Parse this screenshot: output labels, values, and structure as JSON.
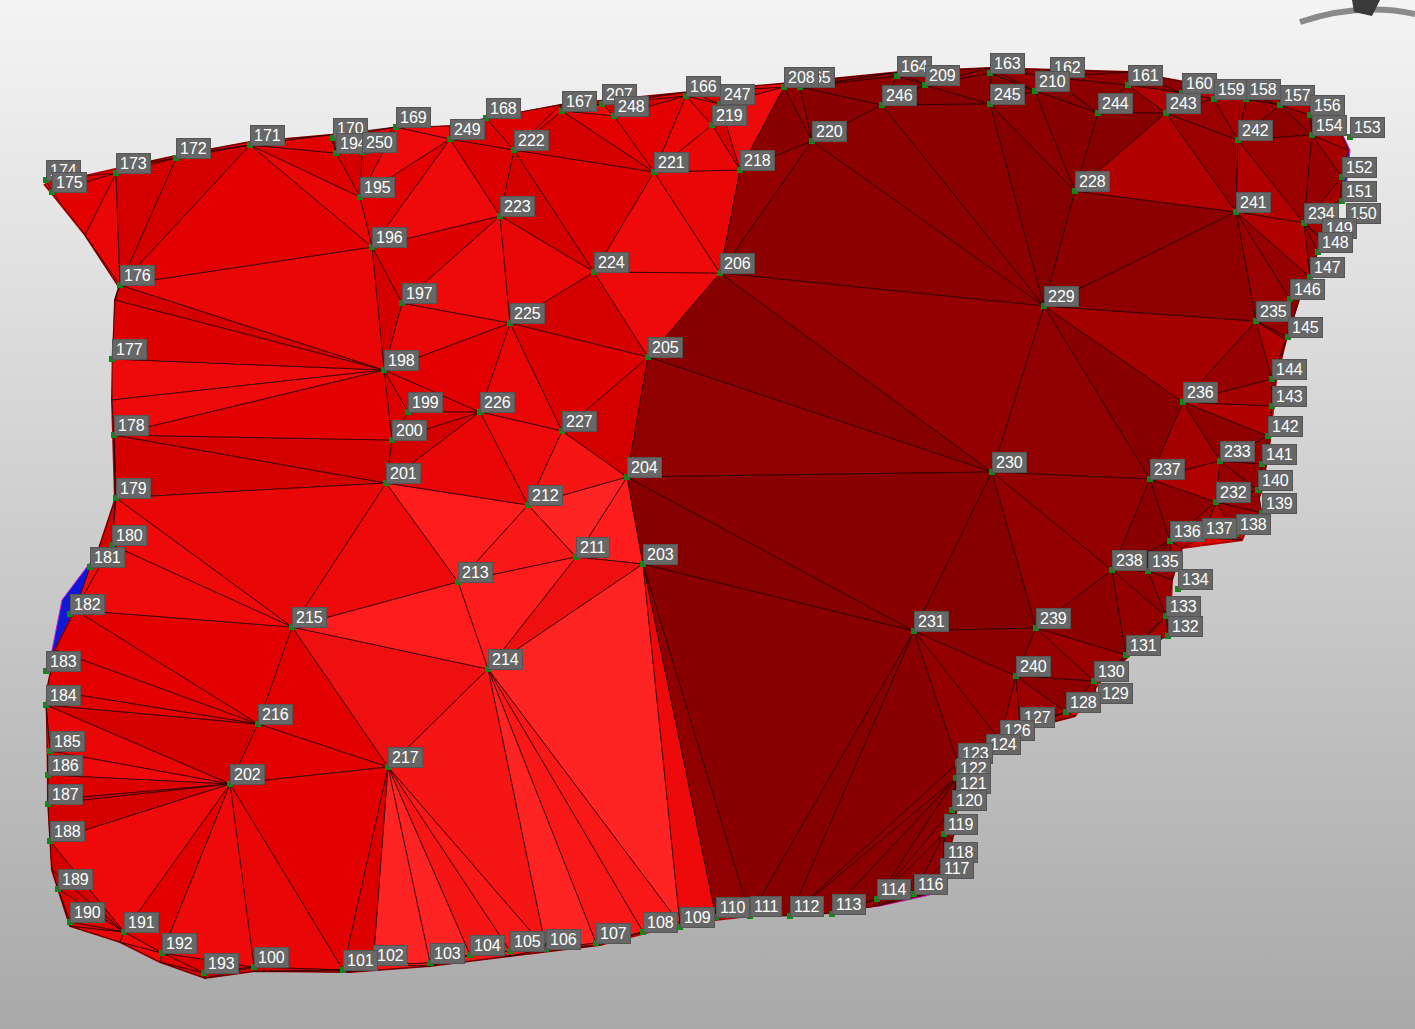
{
  "diagram": {
    "labels": [
      "174",
      "175",
      "173",
      "172",
      "171",
      "170",
      "194",
      "250",
      "169",
      "249",
      "168",
      "222",
      "167",
      "207",
      "248",
      "166",
      "247",
      "219",
      "165",
      "208",
      "220",
      "221",
      "218",
      "164",
      "209",
      "246",
      "163",
      "162",
      "210",
      "245",
      "161",
      "244",
      "160",
      "243",
      "159",
      "158",
      "157",
      "156",
      "154",
      "153",
      "242",
      "228",
      "241",
      "152",
      "151",
      "150",
      "234",
      "149",
      "148",
      "147",
      "146",
      "235",
      "145",
      "229",
      "144",
      "143",
      "142",
      "141",
      "233",
      "140",
      "232",
      "139",
      "138",
      "136",
      "137",
      "236",
      "230",
      "237",
      "238",
      "135",
      "134",
      "133",
      "132",
      "131",
      "239",
      "231",
      "240",
      "130",
      "129",
      "128",
      "127",
      "126",
      "124",
      "123",
      "122",
      "121",
      "120",
      "119",
      "118",
      "117",
      "116",
      "114",
      "113",
      "112",
      "111",
      "110",
      "109",
      "108",
      "107",
      "106",
      "105",
      "104",
      "103",
      "102",
      "101",
      "100",
      "193",
      "192",
      "191",
      "190",
      "189",
      "188",
      "187",
      "186",
      "185",
      "184",
      "183",
      "182",
      "181",
      "180",
      "179",
      "178",
      "177",
      "176",
      "195",
      "196",
      "197",
      "198",
      "199",
      "200",
      "201",
      "226",
      "227",
      "223",
      "224",
      "225",
      "205",
      "206",
      "204",
      "212",
      "211",
      "203",
      "213",
      "214",
      "215",
      "216",
      "202",
      "217"
    ]
  }
}
